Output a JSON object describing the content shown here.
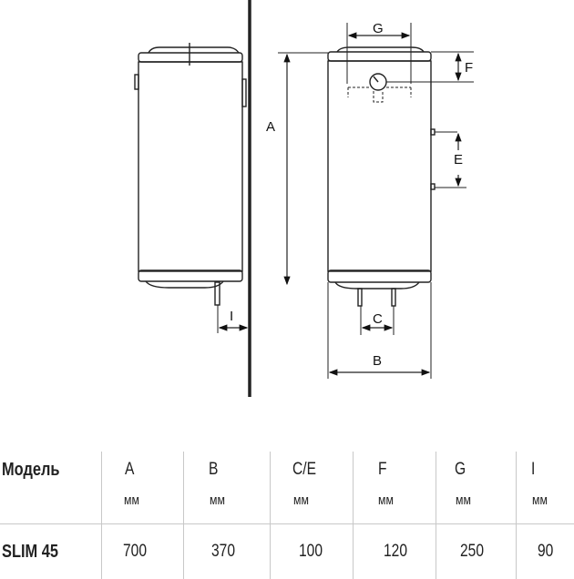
{
  "diagram": {
    "labels": {
      "A": "A",
      "B": "B",
      "C": "C",
      "E": "E",
      "F": "F",
      "G": "G",
      "I": "I"
    }
  },
  "table": {
    "header": {
      "model": "Модель",
      "cols": [
        "A",
        "B",
        "C/E",
        "F",
        "G",
        "I"
      ],
      "unit": "мм"
    },
    "rows": [
      {
        "model": "SLIM 45",
        "values": [
          "700",
          "370",
          "100",
          "120",
          "250",
          "90"
        ]
      }
    ]
  }
}
